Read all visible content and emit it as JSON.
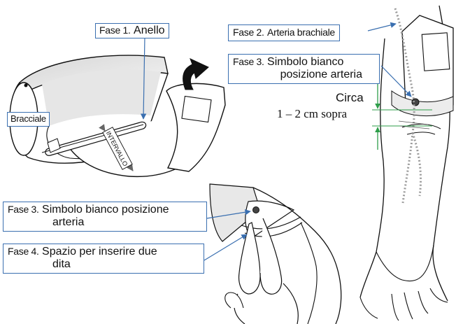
{
  "colors": {
    "callout_border": "#3a6fb0",
    "leader_line": "#3a6fb0",
    "measure_mark": "#2e9e4a",
    "cuff_fill": "#e8e8e8",
    "artery": "#9a9a9a",
    "outline": "#111111"
  },
  "callouts": {
    "fase1": {
      "prefix": "Fase 1.",
      "text": "Anello"
    },
    "fase2": {
      "prefix": "Fase 2.",
      "text": "Arteria brachiale"
    },
    "fase3_top": {
      "prefix": "Fase 3.",
      "line1": "Simbolo bianco",
      "line2": "posizione arteria"
    },
    "fase3_bottom": {
      "prefix": "Fase 3.",
      "line1": "Simbolo bianco posizione",
      "line2": "arteria"
    },
    "fase4": {
      "prefix": "Fase 4.",
      "line1": "Spazio per inserire due",
      "line2": "dita"
    }
  },
  "labels": {
    "bracciale": "Bracciale",
    "intervallo": "INTERVALLO",
    "circa": "Circa",
    "distance": "1 – 2 cm sopra"
  }
}
